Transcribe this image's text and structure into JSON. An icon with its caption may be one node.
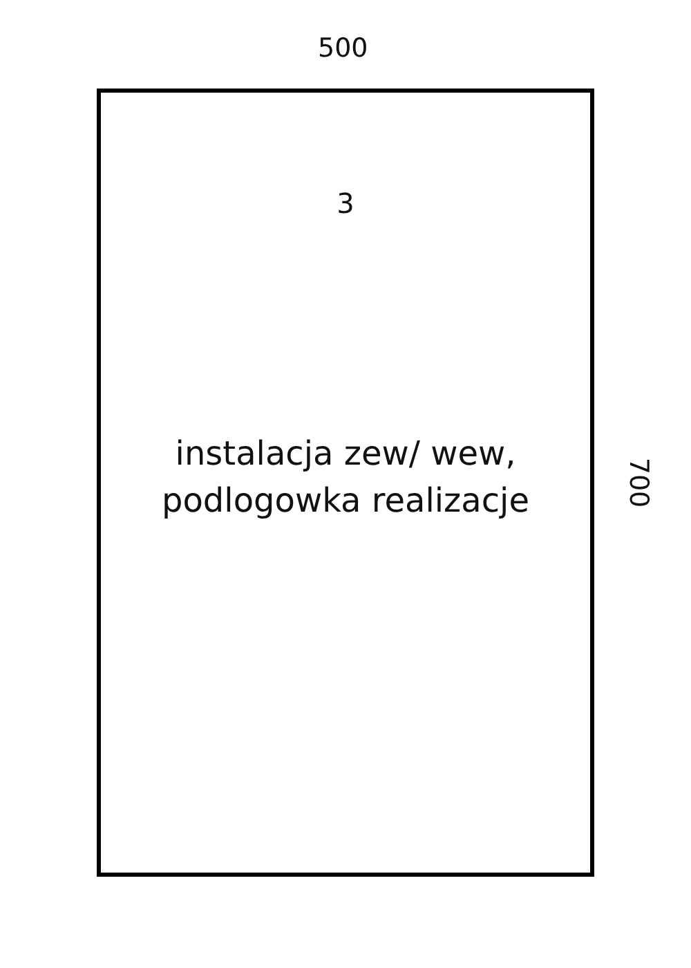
{
  "diagram": {
    "nodes": [
      {
        "text": [
          "3",
          "instalacja zew/ wew, podlogowka realizacje"
        ]
      }
    ],
    "edges": [],
    "labels": [
      "500",
      "700"
    ]
  }
}
